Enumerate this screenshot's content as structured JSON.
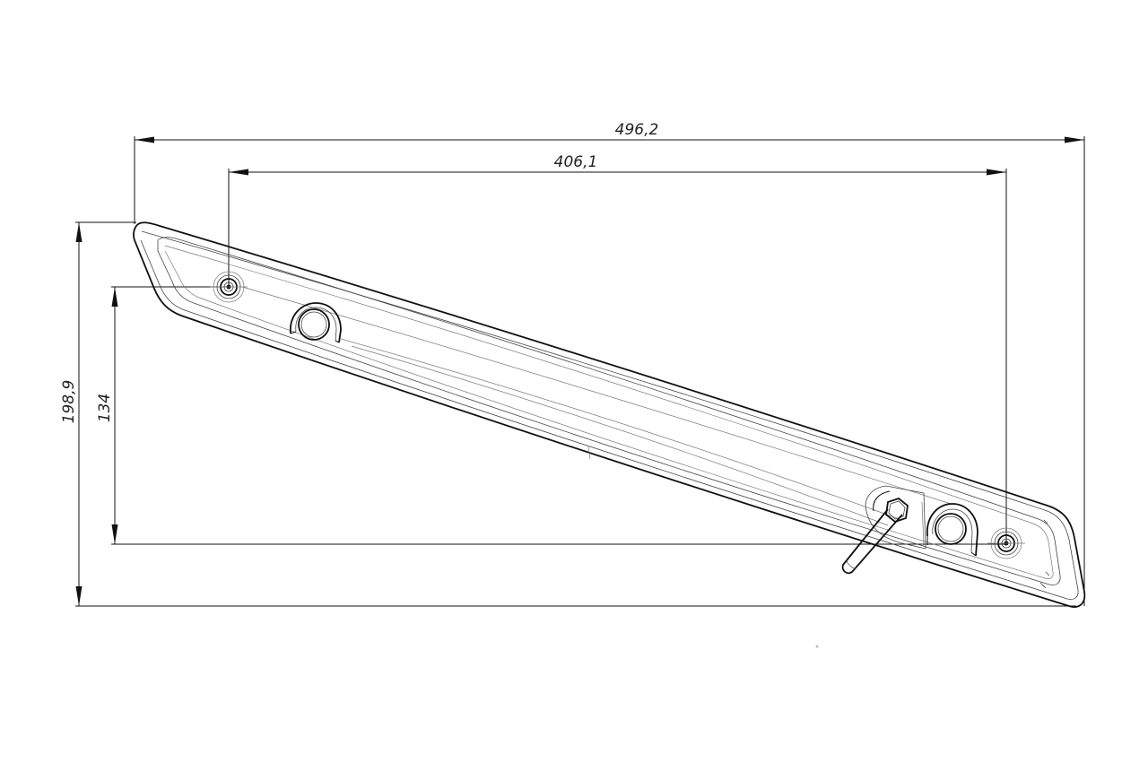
{
  "dimensions": {
    "overall_width": "496,2",
    "hole_spacing": "406,1",
    "overall_height": "198,9",
    "hole_height": "134"
  }
}
